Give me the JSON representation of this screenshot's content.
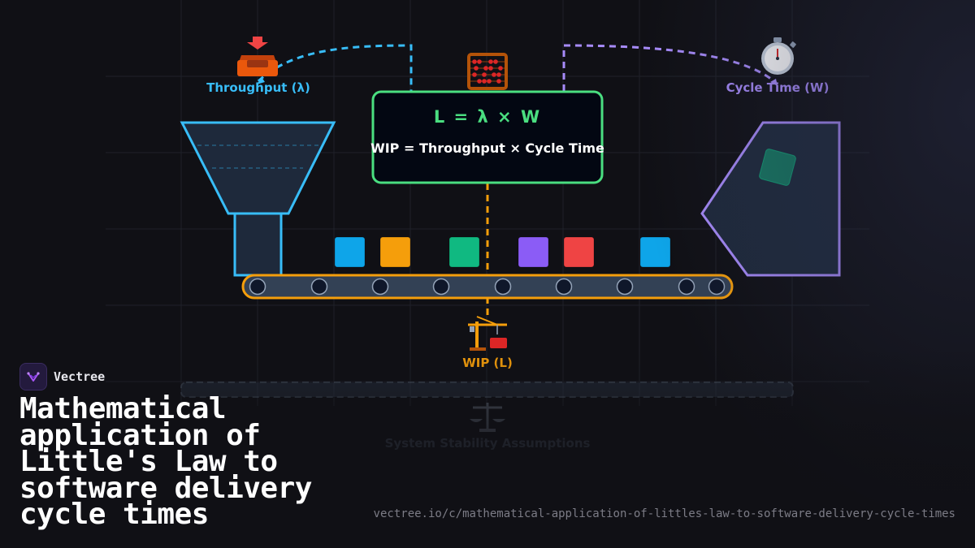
{
  "diagram": {
    "throughput_label": "Throughput (λ)",
    "cycle_time_label": "Cycle Time (W)",
    "formula": "L = λ × W",
    "formula_expanded": "WIP = Throughput × Cycle Time",
    "wip_label": "WIP (L)",
    "stability_label": "System Stability Assumptions",
    "icons": {
      "throughput": "inbox-tray-icon",
      "formula": "abacus-icon",
      "cycle_time": "stopwatch-icon",
      "wip": "construction-crane-icon",
      "stability": "balance-scale-icon"
    },
    "colors": {
      "throughput": "#38bdf8",
      "cycle_time": "#a78bfa",
      "formula": "#4ade80",
      "wip": "#f59e0b",
      "belt_items": [
        "#0ea5e9",
        "#f59e0b",
        "#10b981",
        "#8b5cf6",
        "#ef4444",
        "#0ea5e9"
      ]
    }
  },
  "brand": {
    "name": "Vectree"
  },
  "title": "Mathematical application of Little's Law to software delivery cycle times",
  "url": "vectree.io/c/mathematical-application-of-littles-law-to-software-delivery-cycle-times"
}
